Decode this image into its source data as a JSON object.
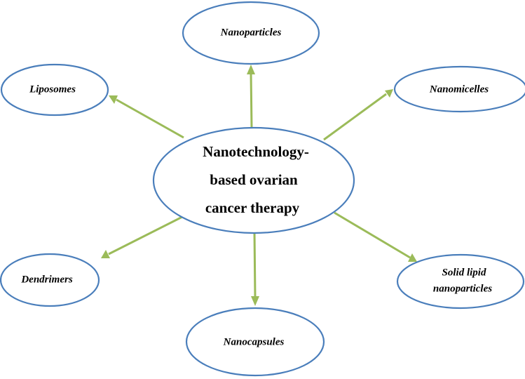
{
  "diagram": {
    "center": {
      "lines": [
        "Nanotechnology-",
        "based ovarian",
        "cancer therapy"
      ]
    },
    "nodes": {
      "nanoparticles": {
        "lines": [
          "Nanoparticles"
        ]
      },
      "liposomes": {
        "lines": [
          "Liposomes"
        ]
      },
      "nanomicelles": {
        "lines": [
          "Nanomicelles"
        ]
      },
      "dendrimers": {
        "lines": [
          "Dendrimers"
        ]
      },
      "solid_lipid": {
        "lines": [
          "Solid lipid",
          "nanoparticles"
        ]
      },
      "nanocapsules": {
        "lines": [
          "Nanocapsules"
        ]
      }
    },
    "colors": {
      "ellipse_stroke": "#4a7ebb",
      "arrow": "#9bbb59",
      "text": "#000000"
    }
  }
}
